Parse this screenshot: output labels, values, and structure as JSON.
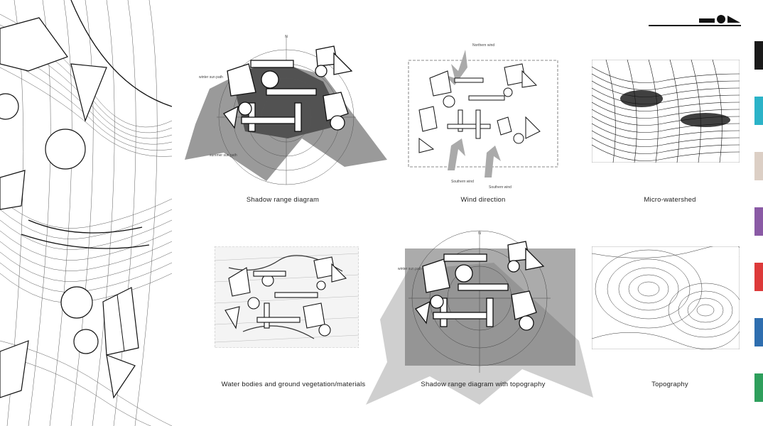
{
  "captions": {
    "shadow_range": "Shadow range diagram",
    "wind_direction": "Wind direction",
    "micro_watershed": "Micro-watershed",
    "water_bodies": "Water bodies and ground vegetation/materials",
    "shadow_topography": "Shadow range diagram with topography",
    "topography": "Topography"
  },
  "annotations": {
    "north": "N",
    "winter_sun_path": "winter sun path",
    "summer_sun_path": "summer sun path",
    "northern_wind": "Northern wind",
    "southern_wind_1": "Southern wind",
    "southern_wind_2": "Southern wind"
  },
  "side_tabs": [
    {
      "name": "black",
      "color": "#1a1a1a"
    },
    {
      "name": "cyan",
      "color": "#2bb3c8"
    },
    {
      "name": "beige",
      "color": "#dccfc5"
    },
    {
      "name": "purple",
      "color": "#8a5aa5"
    },
    {
      "name": "red",
      "color": "#dd3a3a"
    },
    {
      "name": "blue",
      "color": "#2e6eaf"
    },
    {
      "name": "green",
      "color": "#2e9f5c"
    }
  ]
}
